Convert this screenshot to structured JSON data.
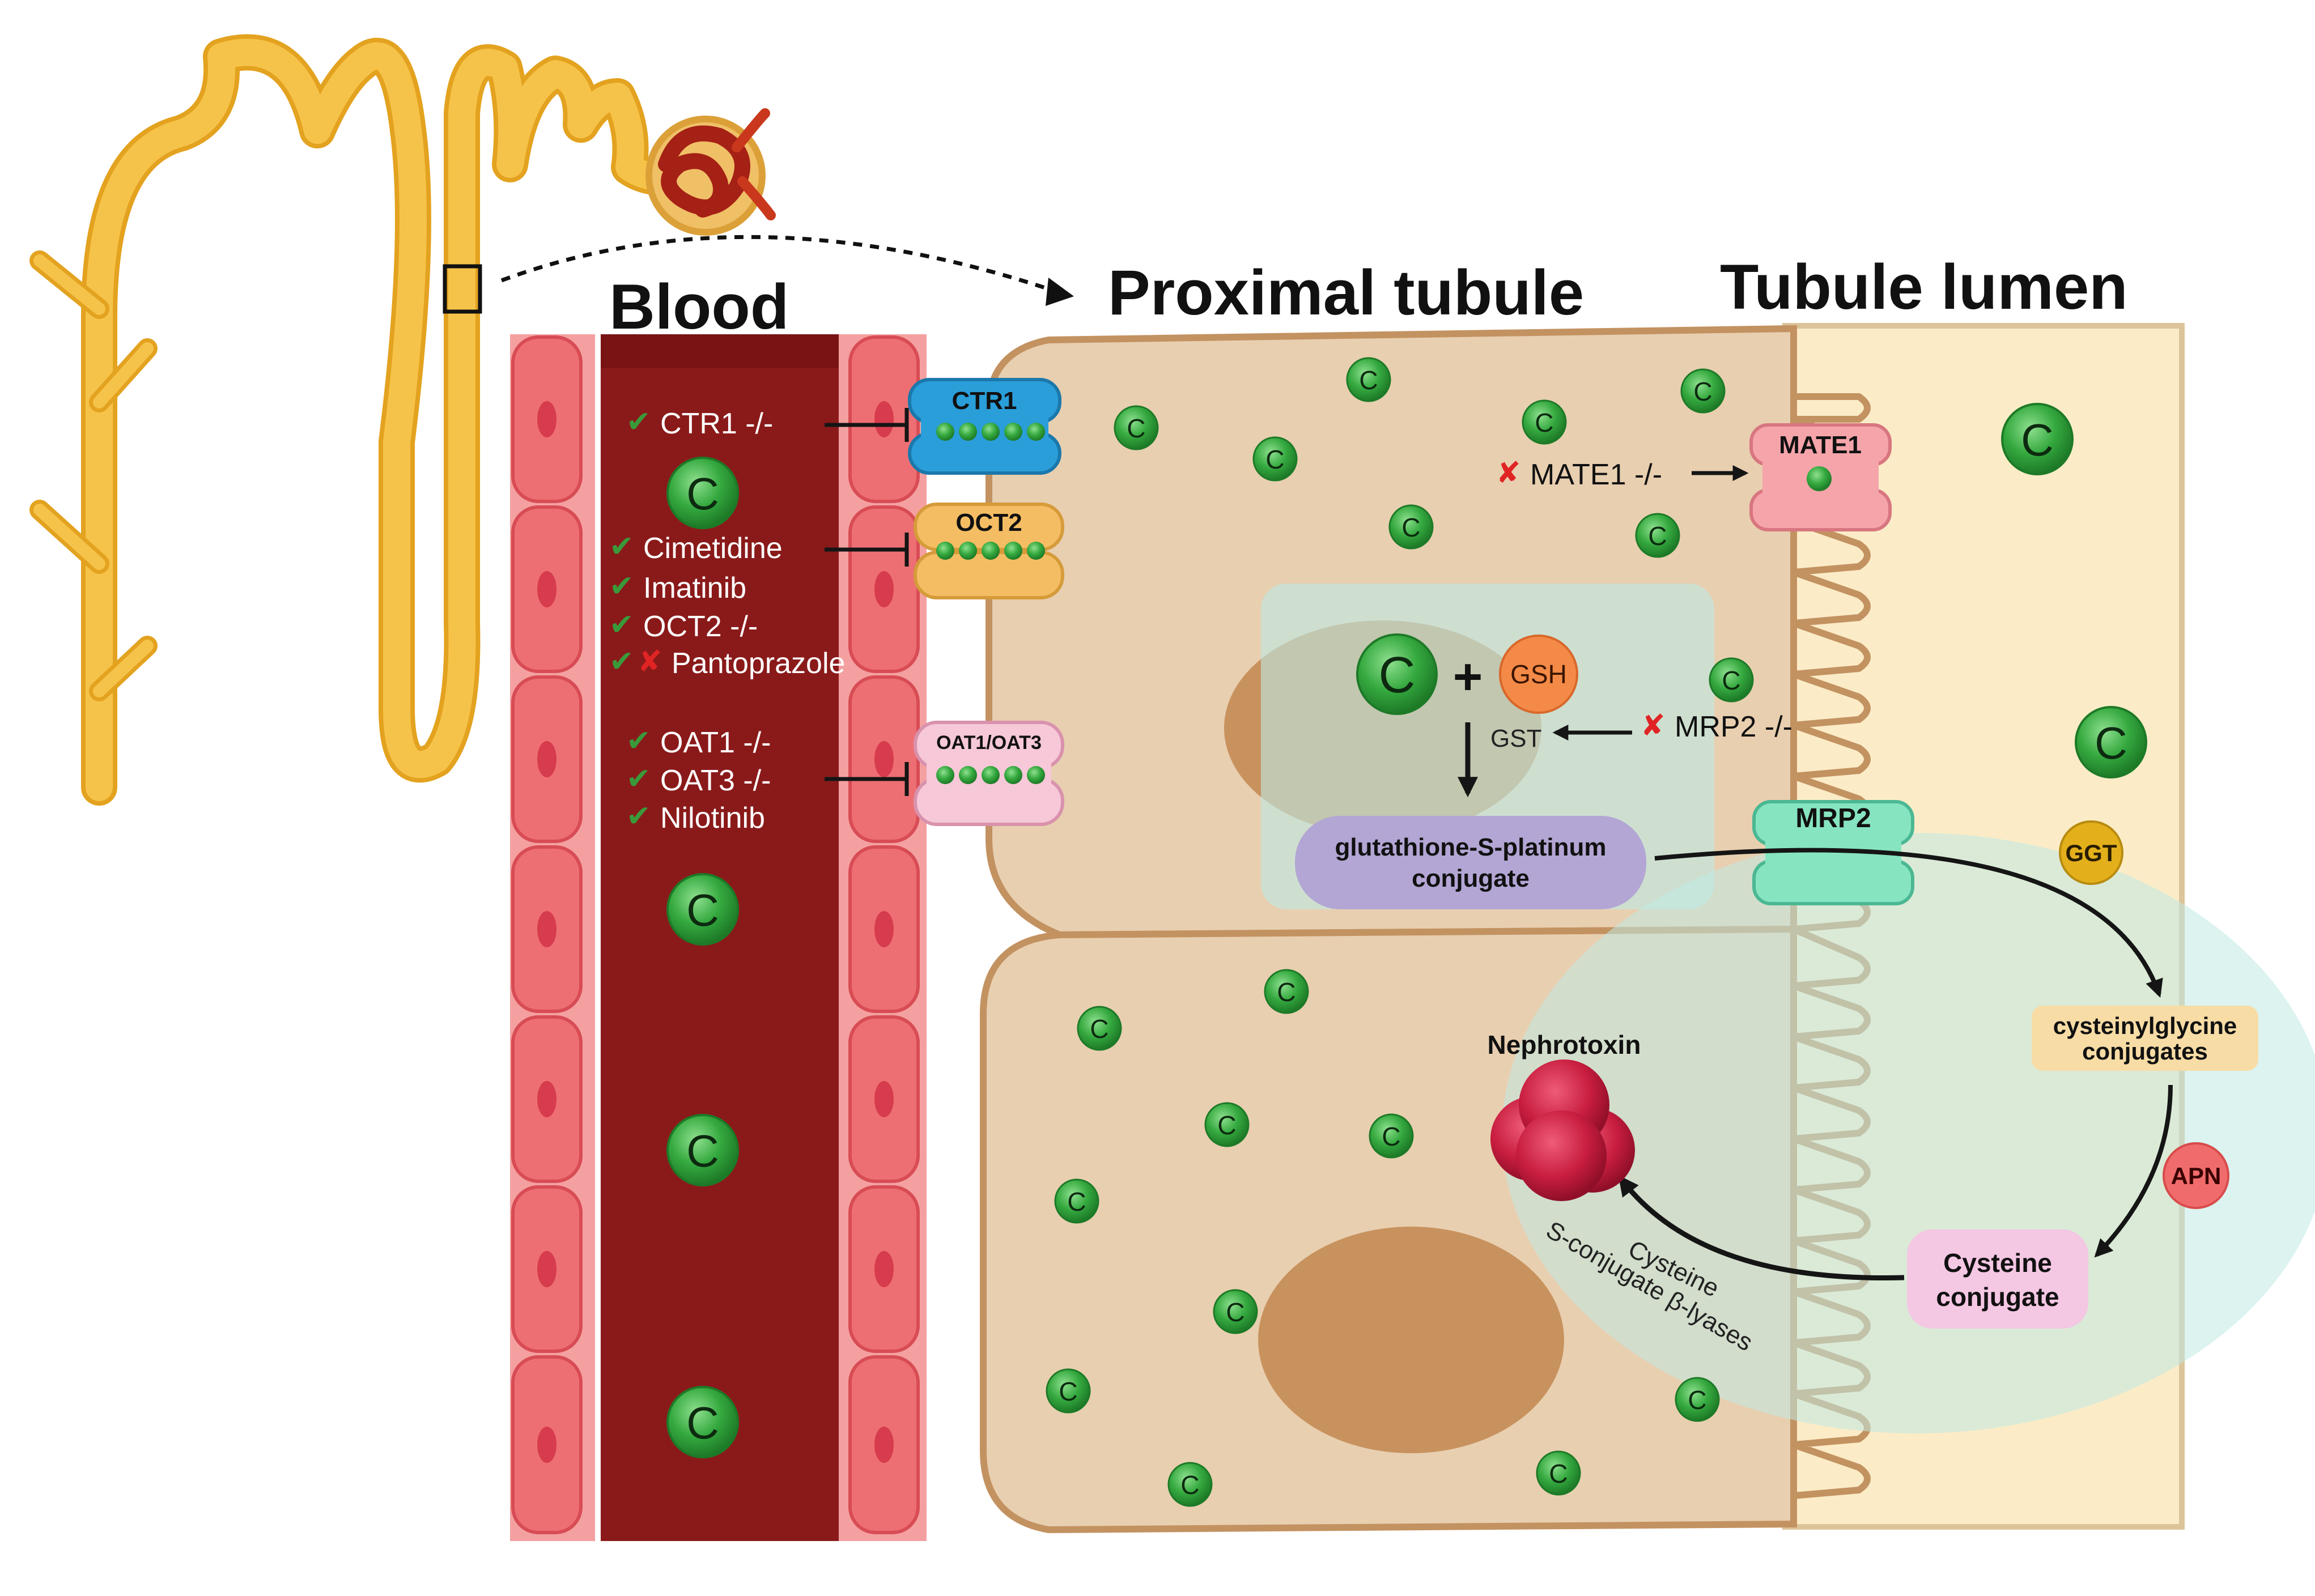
{
  "headings": {
    "blood": "Blood",
    "proximal_tubule": "Proximal tubule",
    "tubule_lumen": "Tubule lumen"
  },
  "drug_symbol": "C",
  "blood_factors": {
    "ctr1_group": [
      "CTR1 -/-"
    ],
    "oct2_group": [
      "Cimetidine",
      "Imatinib",
      "OCT2 -/-",
      "Pantoprazole"
    ],
    "oat_group": [
      "OAT1 -/-",
      "OAT3 -/-",
      "Nilotinib"
    ]
  },
  "transporters": {
    "ctr1": "CTR1",
    "oct2": "OCT2",
    "oat": "OAT1/OAT3",
    "mate1": "MATE1",
    "mrp2": "MRP2"
  },
  "inhibitor_labels": {
    "mate1": "MATE1 -/-",
    "mrp2": "MRP2 -/-"
  },
  "conjugation": {
    "gsh": "GSH",
    "plus": "+",
    "gst": "GST",
    "product_line1": "glutathione-S-platinum",
    "product_line2": "conjugate"
  },
  "pathway": {
    "ggt": "GGT",
    "cysgly_line1": "cysteinylglycine",
    "cysgly_line2": "conjugates",
    "apn": "APN",
    "cys_line1": "Cysteine",
    "cys_line2": "conjugate",
    "lyase_line1": "Cysteine",
    "lyase_line2": "S-conjugate β-lyases",
    "nephrotoxin": "Nephrotoxin"
  },
  "colors": {
    "blood_dark": "#8a1a1a",
    "vessel_wall": "#ef7575",
    "cell_fill": "#e8cfb0",
    "cell_border": "#c39261",
    "lumen": "#fbecc7",
    "drug_green": "#2fa33a",
    "check_green": "#3a9a3a",
    "cross_red": "#e02424",
    "ctr1_blue": "#2a9ed9",
    "oct2_orange": "#f5bd63",
    "oat_pink": "#f6c8d8",
    "mate1_pink": "#f5a4aa",
    "mrp2_mint": "#86e5c0",
    "overlay": "#bfe9e4",
    "conjugate_purple": "#b3a6d4",
    "nephron_yellow": "#f6c34a"
  }
}
